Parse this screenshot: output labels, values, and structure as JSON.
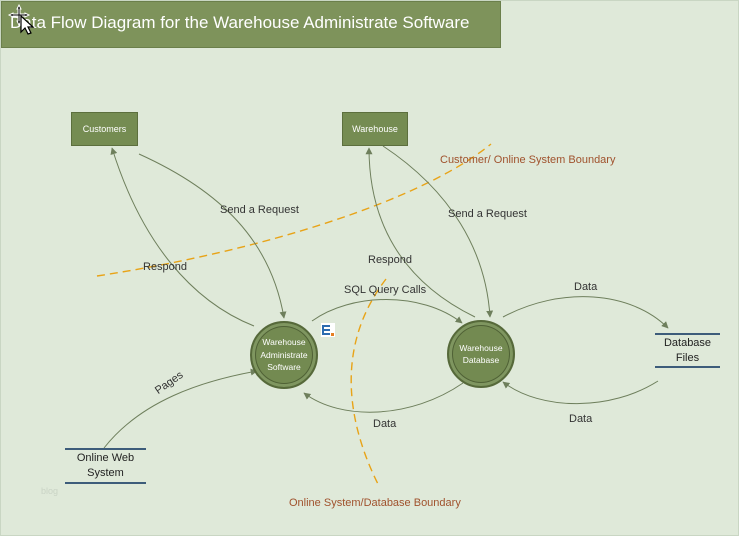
{
  "diagram": {
    "title": "Data Flow Diagram for the Warehouse Administrate Software",
    "entities": {
      "customers": "Customers",
      "warehouse": "Warehouse"
    },
    "processes": {
      "software": "Warehouse\nAdministrate\nSoftware",
      "database": "Warehouse\nDatabase"
    },
    "stores": {
      "database_files": "Database\nFiles",
      "online_web_system": "Online Web\nSystem"
    },
    "flows": {
      "customers_request": "Send a Request",
      "customers_respond": "Respond",
      "warehouse_request": "Send a Request",
      "warehouse_respond": "Respond",
      "sql_query_calls": "SQL Query Calls",
      "data_to_files": "Data",
      "data_from_files": "Data",
      "data_to_software": "Data",
      "pages": "Pages"
    },
    "boundaries": {
      "customer_online": "Customer/ Online System Boundary",
      "online_database": "Online System/Database Boundary"
    },
    "colors": {
      "background": "#dfe9d9",
      "shape_fill": "#758c52",
      "arrow": "#6e7f5c",
      "boundary_line": "#e8a317",
      "boundary_text": "#a0522d",
      "store_line": "#3d5c7a"
    },
    "watermark": "blog"
  }
}
